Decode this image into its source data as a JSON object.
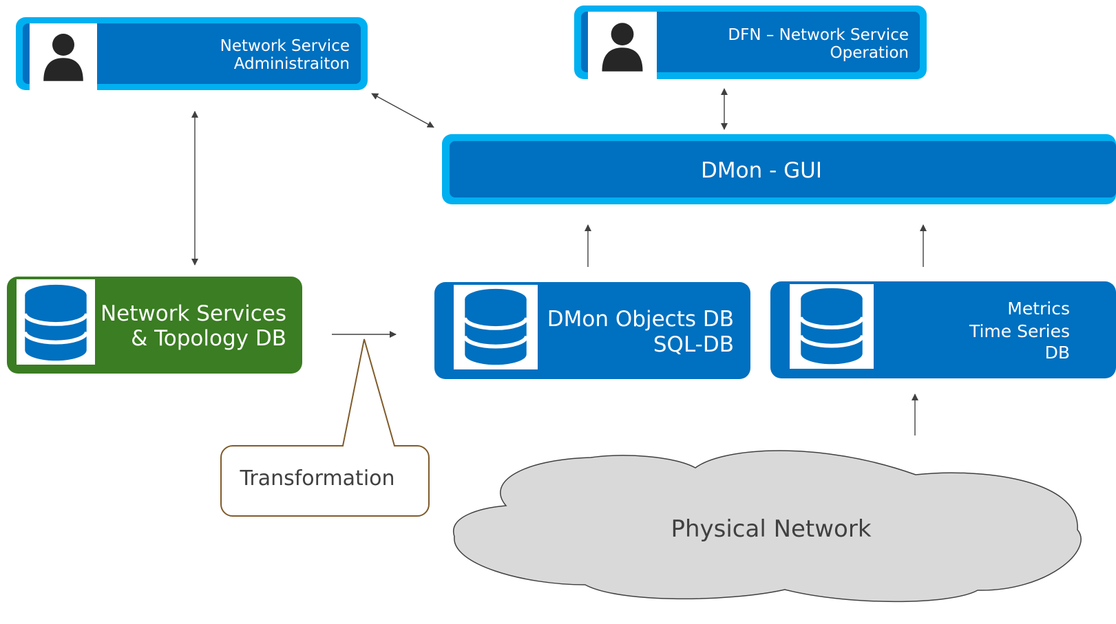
{
  "actors": {
    "admin": {
      "line1": "Network Service",
      "line2": "Administraiton"
    },
    "dfn": {
      "line1": "DFN – Network Service",
      "line2": "Operation"
    }
  },
  "gui": {
    "label": "DMon - GUI"
  },
  "databases": {
    "topology": {
      "line1": "Network Services",
      "line2": "& Topology DB"
    },
    "objects": {
      "line1": "DMon Objects DB",
      "line2": "SQL-DB"
    },
    "metrics": {
      "line1": "Metrics",
      "line2": "Time Series",
      "line3": "DB"
    }
  },
  "callout": {
    "label": "Transformation"
  },
  "cloud": {
    "label": "Physical Network"
  },
  "colors": {
    "box_fill": "#0070C0",
    "box_border": "#00B0F0",
    "topology_fill": "#3A7D22",
    "callout_border": "#7F5B2A",
    "cloud_fill": "#D9D9D9",
    "cloud_stroke": "#404040",
    "person": "#262626"
  },
  "icons": {
    "person": "user-icon",
    "database": "database-icon"
  }
}
